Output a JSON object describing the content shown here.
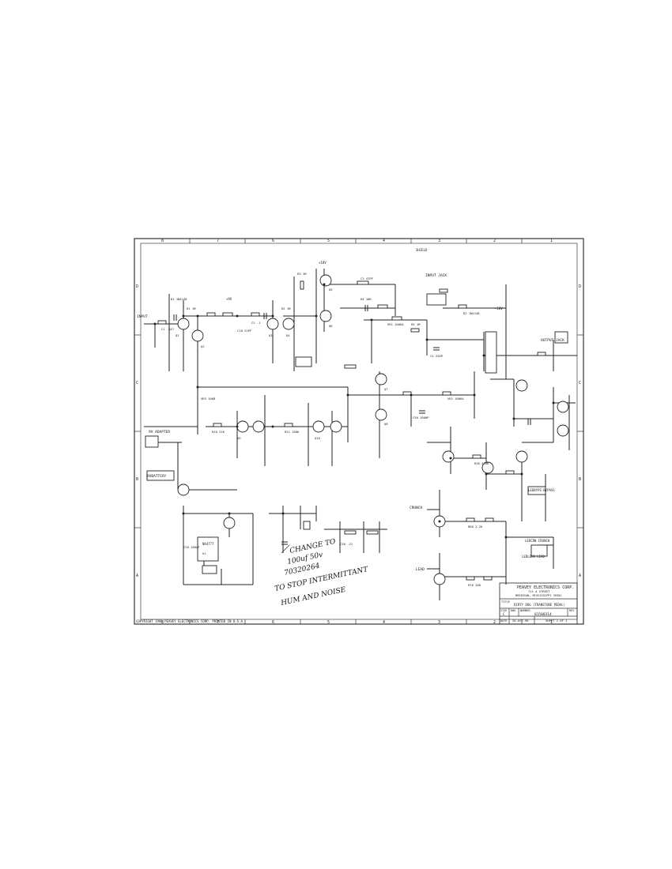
{
  "sheet": {
    "border_cols_top": [
      "8",
      "7",
      "6",
      "5",
      "4",
      "3",
      "2",
      "1"
    ],
    "border_cols_bottom": [
      "8",
      "7",
      "6",
      "5",
      "4",
      "3",
      "2",
      "1"
    ],
    "border_rows_left": [
      "D",
      "C",
      "B",
      "A"
    ],
    "border_rows_right": [
      "D",
      "C",
      "B",
      "A"
    ],
    "copyright": "COPYRIGHT 1996 PEAVEY ELECTRONICS CORP.  PRINTED IN U.S.A."
  },
  "title_block": {
    "company": "PEAVEY ELECTRONICS CORP.",
    "address_line1": "711 A STREET",
    "address_line2": "MERIDIAN, MISSISSIPPI  39301",
    "title_label": "TITLE",
    "title": "DIRTY DOG (TRANSTUBE PEDAL)",
    "size_label": "SIZE",
    "size_value": "C",
    "dwg_label": "DWG",
    "number_label": "NUMBER",
    "number_value": "81500314",
    "rev_label": "REV",
    "date_label": "DATE",
    "date_value": "20-OCT-98",
    "sheet_value": "SHEET 1 OF 1"
  },
  "annotation": {
    "line1": "CHANGE TO",
    "line2": "100uf 50v",
    "line3": "70320264",
    "line4": "TO STOP INTERMITTANT",
    "line5": "HUM AND NOISE"
  },
  "labels": {
    "input": "INPUT",
    "input_jack": "INPUT JACK",
    "output_jack": "OUTPUT JACK",
    "nine_v_adapter": "9V ADAPTER",
    "battery": "9VBATTERY",
    "crunch": "CRUNCH",
    "lead": "LEAD",
    "led_bypass": "LEDBYPS BYPASS",
    "led_crunch": "LEDCRN CRUNCH",
    "led_lead": "LEDLEAD LEAD",
    "power_ic": "NA4777",
    "plus18v": "+18V",
    "minus18v": "-18V",
    "shield": "SHIELD",
    "vref": "+9V"
  },
  "parts": {
    "r1": "R1 1M",
    "r2": "R2 1M",
    "r3": "R3 1M",
    "r4": "R4 10K",
    "r5": "R5 1M",
    "c1": "C1 .047",
    "c2": "C2 .1",
    "c3": "C3 47PF",
    "c4": "C4 220P",
    "q1": "Q1",
    "q2": "Q2",
    "q3": "Q3",
    "q4": "Q4",
    "q5": "Q5",
    "q6": "Q6",
    "q7": "Q7",
    "q8": "Q8",
    "q9": "Q9",
    "q10": "Q10",
    "vr1": "VR1 100KA",
    "vr2": "VR2 100KA",
    "vr3": "VR3 10KB",
    "d1": "D1 1N4148",
    "d2": "D2 1N4148",
    "u1": "U1",
    "c10": "C10 22PF",
    "c20": "C20 100UF",
    "c30": "C30 .22",
    "r20": "R20 22K",
    "r21": "R21 100K",
    "r30": "R30 470K",
    "c50": "C50 1000P",
    "r60": "R60 2.2K",
    "r70": "R70 10K"
  }
}
